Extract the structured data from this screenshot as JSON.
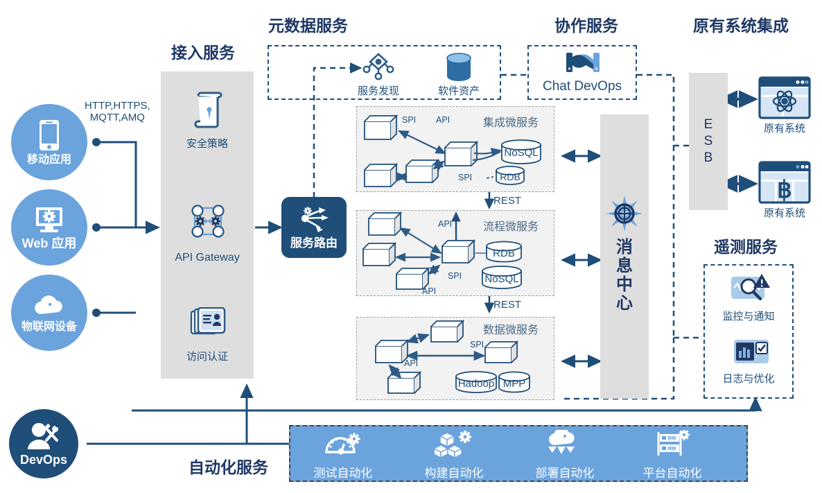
{
  "sections": {
    "access": "接入服务",
    "metadata": "元数据服务",
    "collab": "协作服务",
    "legacy": "原有系统集成",
    "telemetry": "遥测服务",
    "automation": "自动化服务"
  },
  "clients": [
    {
      "label": "移动应用",
      "icon": "mobile-phone-icon"
    },
    {
      "label": "Web 应用",
      "icon": "desktop-gear-icon"
    },
    {
      "label": "物联网设备",
      "icon": "cloud-gear-icon"
    }
  ],
  "protocol_label": {
    "line1": "HTTP,HTTPS,",
    "line2": "MQTT,AMQ"
  },
  "access_panel": {
    "items": [
      {
        "label": "安全策略",
        "icon": "scroll-certificate-icon"
      },
      {
        "label": "API Gateway",
        "icon": "api-gateway-icon"
      },
      {
        "label": "访问认证",
        "icon": "id-card-icon"
      }
    ]
  },
  "service_router": {
    "label": "服务路由",
    "icon": "routing-icon"
  },
  "metadata_items": [
    {
      "label": "服务发现",
      "icon": "service-discovery-icon"
    },
    {
      "label": "软件资产",
      "icon": "database-cylinder-icon"
    }
  ],
  "collab_item": {
    "label": "Chat DevOps",
    "icon": "handshake-icon"
  },
  "microservices": [
    {
      "title": "集成微服务",
      "stores": [
        "NoSQL",
        "RDB"
      ],
      "edge_labels": [
        "SPI",
        "API",
        "SPI"
      ],
      "out_label": "REST"
    },
    {
      "title": "流程微服务",
      "stores": [
        "RDB",
        "NoSQL"
      ],
      "edge_labels": [
        "API",
        "SPI",
        "API"
      ],
      "out_label": "REST"
    },
    {
      "title": "数据微服务",
      "stores": [
        "Hadoop",
        "MPP"
      ],
      "edge_labels": [
        "SPI",
        "API"
      ],
      "out_label": ""
    }
  ],
  "message_center": {
    "chars": [
      "消",
      "息",
      "中",
      "心"
    ],
    "icon": "compass-icon"
  },
  "esb": {
    "chars": [
      "E",
      "S",
      "B"
    ]
  },
  "legacy_systems": [
    {
      "label": "原有系统",
      "icon": "atom-browser-icon"
    },
    {
      "label": "原有系统",
      "icon": "bitcoin-browser-icon"
    }
  ],
  "telemetry_items": [
    {
      "label": "监控与通知",
      "icon": "monitor-alert-icon"
    },
    {
      "label": "日志与优化",
      "icon": "chart-check-icon"
    }
  ],
  "devops": {
    "label": "DevOps",
    "icon": "person-tools-icon"
  },
  "automation_items": [
    {
      "label": "测试自动化",
      "icon": "gauge-gear-icon"
    },
    {
      "label": "构建自动化",
      "icon": "blocks-gear-icon"
    },
    {
      "label": "部署自动化",
      "icon": "cloud-deploy-icon"
    },
    {
      "label": "平台自动化",
      "icon": "server-rack-gear-icon"
    }
  ],
  "colors": {
    "dark_blue": "#1f4e79",
    "navy": "#1f3864",
    "light_blue": "#6ba3dd",
    "panel_gray": "#dedede",
    "ms_gray": "#f2f2f2",
    "white": "#ffffff"
  }
}
